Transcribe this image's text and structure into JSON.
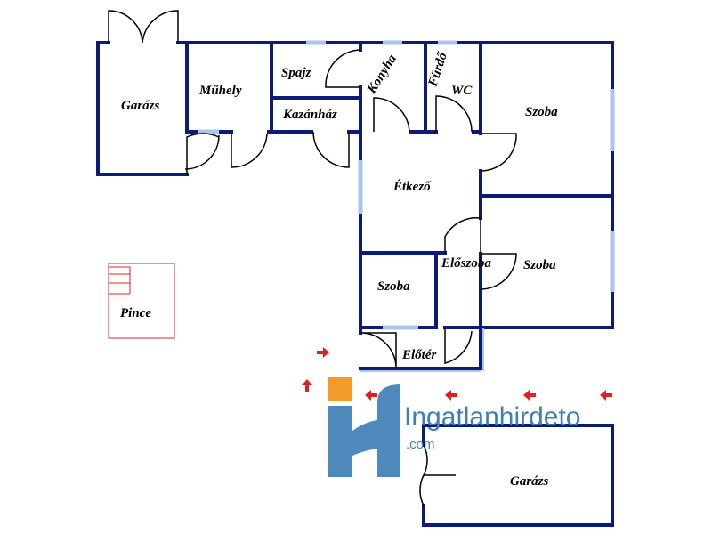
{
  "rooms": {
    "garazs_top": "Garázs",
    "muhely": "Műhely",
    "spajz": "Spajz",
    "kazanhaz": "Kazánház",
    "konyha": "Konyha",
    "furdo": "Fürdő",
    "wc": "WC",
    "szoba_top": "Szoba",
    "etkezo": "Étkező",
    "szoba_right": "Szoba",
    "eloszoba": "Előszoba",
    "szoba_small": "Szoba",
    "eloter": "Előtér",
    "pince": "Pince",
    "garazs_bottom": "Garázs"
  },
  "watermark": {
    "brand": "Ingatlanhirdeto",
    "domain": ".com"
  },
  "colors": {
    "wall": "#0c1a78",
    "window": "#a9c6e6",
    "door": "#000000",
    "pince": "#e02020",
    "arrow": "#e02020",
    "logo_blue": "#3f7fb5",
    "logo_orange": "#f39a2a"
  }
}
